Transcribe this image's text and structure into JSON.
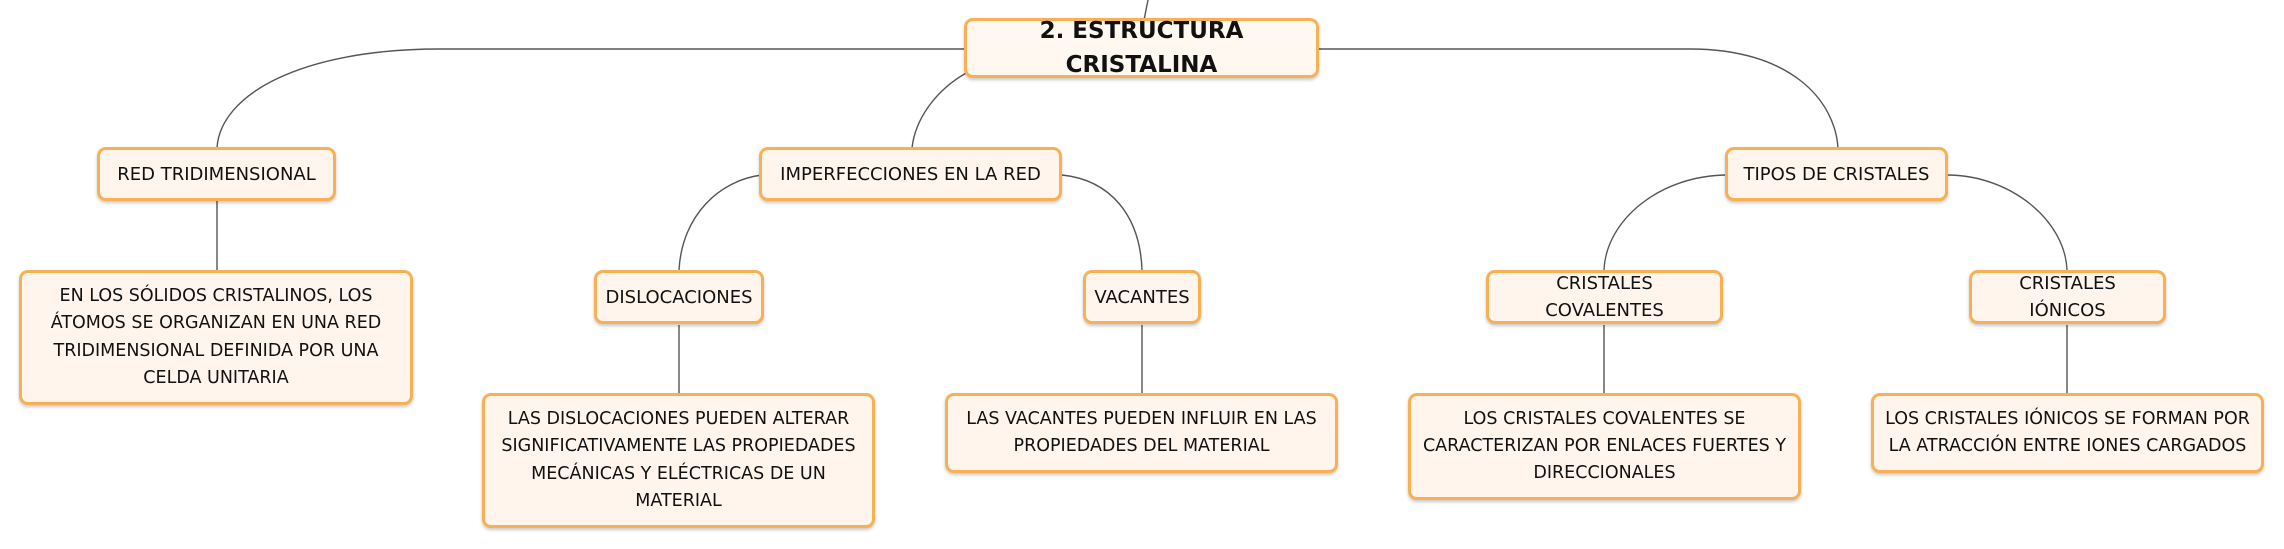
{
  "diagram": {
    "root": "2. ESTRUCTURA CRISTALINA",
    "branches": {
      "red": {
        "label": "RED TRIDIMENSIONAL",
        "description": "EN LOS SÓLIDOS CRISTALINOS, LOS ÁTOMOS SE ORGANIZAN EN UNA RED TRIDIMENSIONAL DEFINIDA POR UNA CELDA UNITARIA"
      },
      "imperfecciones": {
        "label": "IMPERFECCIONES EN LA RED",
        "dislocaciones": {
          "label": "DISLOCACIONES",
          "description": "LAS DISLOCACIONES PUEDEN ALTERAR SIGNIFICATIVAMENTE LAS PROPIEDADES MECÁNICAS Y ELÉCTRICAS DE UN MATERIAL"
        },
        "vacantes": {
          "label": "VACANTES",
          "description": "LAS VACANTES PUEDEN INFLUIR EN LAS PROPIEDADES DEL MATERIAL"
        }
      },
      "tipos": {
        "label": "TIPOS DE CRISTALES",
        "covalentes": {
          "label": "CRISTALES COVALENTES",
          "description": "LOS CRISTALES COVALENTES SE CARACTERIZAN POR ENLACES FUERTES Y DIRECCIONALES"
        },
        "ionicos": {
          "label": "CRISTALES IÓNICOS",
          "description": "LOS CRISTALES IÓNICOS SE FORMAN POR LA ATRACCIÓN ENTRE IONES CARGADOS"
        }
      }
    }
  },
  "colors": {
    "node_border": "#f7b053",
    "node_fill": "#fff5ec",
    "connector": "#555555"
  }
}
